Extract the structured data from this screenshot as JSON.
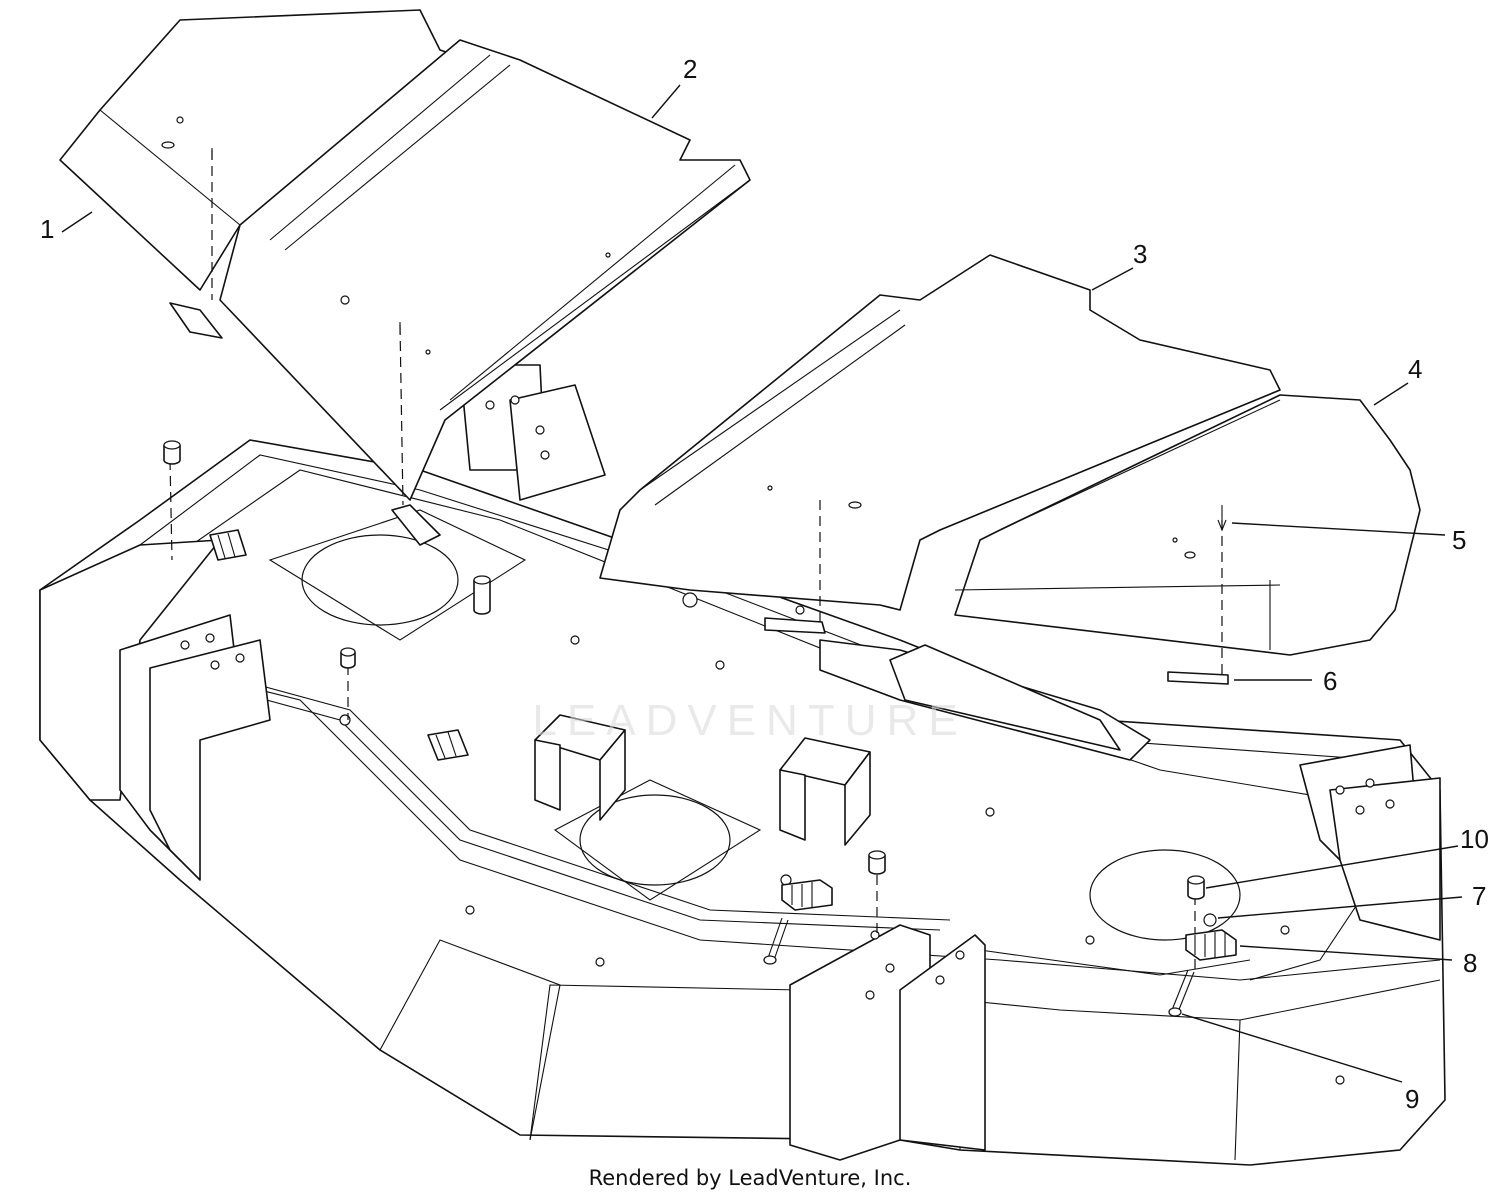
{
  "diagram": {
    "watermark": "LEADVENTURE",
    "footer": "Rendered by LeadVenture, Inc.",
    "callouts": [
      "1",
      "2",
      "3",
      "4",
      "5",
      "6",
      "7",
      "8",
      "9",
      "10"
    ]
  }
}
